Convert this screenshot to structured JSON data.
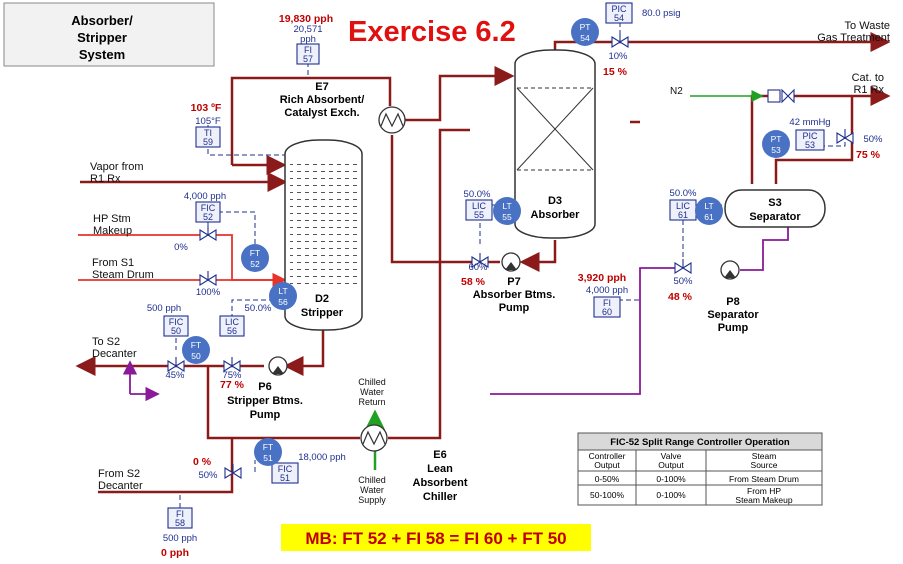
{
  "system_box": {
    "line1": "Absorber/",
    "line2": "Stripper",
    "line3": "System"
  },
  "exercise_title": "Exercise 6.2",
  "mass_balance": "MB: FT 52 + FI 58 = FI 60 + FT 50",
  "equipment": {
    "e7": {
      "tag": "E7",
      "line1": "Rich Absorbent/",
      "line2": "Catalyst Exch."
    },
    "d2": {
      "tag": "D2",
      "name": "Stripper"
    },
    "d3": {
      "tag": "D3",
      "name": "Absorber"
    },
    "s3": {
      "tag": "S3",
      "name": "Separator"
    },
    "p6": {
      "tag": "P6",
      "line1": "Stripper Btms.",
      "line2": "Pump"
    },
    "p7": {
      "tag": "P7",
      "line1": "Absorber Btms.",
      "line2": "Pump"
    },
    "p8": {
      "tag": "P8",
      "line1": "Separator",
      "line2": "Pump"
    },
    "e6": {
      "tag": "E6",
      "line1": "Lean",
      "line2": "Absorbent",
      "line3": "Chiller"
    }
  },
  "streams": {
    "vapor": {
      "line1": "Vapor from",
      "line2": "R1 Rx"
    },
    "hp_stm": {
      "line1": "HP Stm",
      "line2": "Makeup"
    },
    "s1": {
      "line1": "From S1",
      "line2": "Steam Drum"
    },
    "to_s2": {
      "line1": "To S2",
      "line2": "Decanter"
    },
    "from_s2": {
      "line1": "From S2",
      "line2": "Decanter"
    },
    "waste": {
      "line1": "To Waste",
      "line2": "Gas Treatment"
    },
    "cat": {
      "line1": "Cat. to",
      "line2": "R1 Rx"
    },
    "n2": "N2",
    "cw_return": {
      "line1": "Chilled",
      "line2": "Water",
      "line3": "Return"
    },
    "cw_supply": {
      "line1": "Chilled",
      "line2": "Water",
      "line3": "Supply"
    }
  },
  "instruments": {
    "fi57": {
      "l1": "FI",
      "l2": "57",
      "value": "20,571",
      "unit": "pph",
      "actual": "19,830 pph"
    },
    "ti59": {
      "l1": "TI",
      "l2": "59",
      "value": "105°F",
      "actual": "103 ºF"
    },
    "fic52": {
      "l1": "FIC",
      "l2": "52",
      "value": "4,000 pph"
    },
    "hp_valve_out": "0%",
    "s1_valve_out": "100%",
    "fic50": {
      "l1": "FIC",
      "l2": "50",
      "value": "500 pph",
      "out": "45%"
    },
    "lic56": {
      "l1": "LIC",
      "l2": "56",
      "value": "50.0%",
      "out": "75%",
      "actual": "77 %"
    },
    "fic51": {
      "l1": "FIC",
      "l2": "51",
      "value": "18,000 pph",
      "out": "50%",
      "actual": "0 %"
    },
    "fi58": {
      "l1": "FI",
      "l2": "58",
      "value": "500 pph",
      "actual": "0 pph"
    },
    "lic55": {
      "l1": "LIC",
      "l2": "55",
      "value": "50.0%",
      "out": "60%",
      "actual": "58 %"
    },
    "pic54": {
      "l1": "PIC",
      "l2": "54",
      "value": "80.0 psig",
      "out": "10%",
      "actual": "15 %"
    },
    "lic61": {
      "l1": "LIC",
      "l2": "61",
      "value": "50.0%",
      "out": "50%",
      "actual": "48 %"
    },
    "fi60": {
      "l1": "FI",
      "l2": "60",
      "value": "4,000 pph",
      "actual": "3,920 pph"
    },
    "pic53": {
      "l1": "PIC",
      "l2": "53",
      "value": "42 mmHg",
      "out": "50%",
      "actual": "75 %"
    }
  },
  "transmitters": {
    "ft52": {
      "l1": "FT",
      "l2": "52"
    },
    "lt56": {
      "l1": "LT",
      "l2": "56"
    },
    "ft50": {
      "l1": "FT",
      "l2": "50"
    },
    "ft51": {
      "l1": "FT",
      "l2": "51"
    },
    "lt55": {
      "l1": "LT",
      "l2": "55"
    },
    "pt54": {
      "l1": "PT",
      "l2": "54"
    },
    "lt61": {
      "l1": "LT",
      "l2": "61"
    },
    "pt53": {
      "l1": "PT",
      "l2": "53"
    }
  },
  "split_table": {
    "title": "FIC-52 Split Range Controller Operation",
    "headers": [
      [
        "Controller",
        "Output"
      ],
      [
        "Valve",
        "Output"
      ],
      [
        "Steam",
        "Source"
      ]
    ],
    "rows": [
      [
        [
          "0-50%"
        ],
        [
          "0-100%"
        ],
        [
          "From Steam Drum"
        ]
      ],
      [
        [
          "50-100%"
        ],
        [
          "0-100%"
        ],
        [
          "From HP",
          "Steam Makeup"
        ]
      ]
    ]
  },
  "colors": {
    "process": "#8b1a1a",
    "steam": "#e8332a",
    "purple": "#8a1a9a",
    "instrument": "#1f2f8f",
    "transmitter": "#4a72c4",
    "alert": "#c00000",
    "green": "#22a022"
  }
}
